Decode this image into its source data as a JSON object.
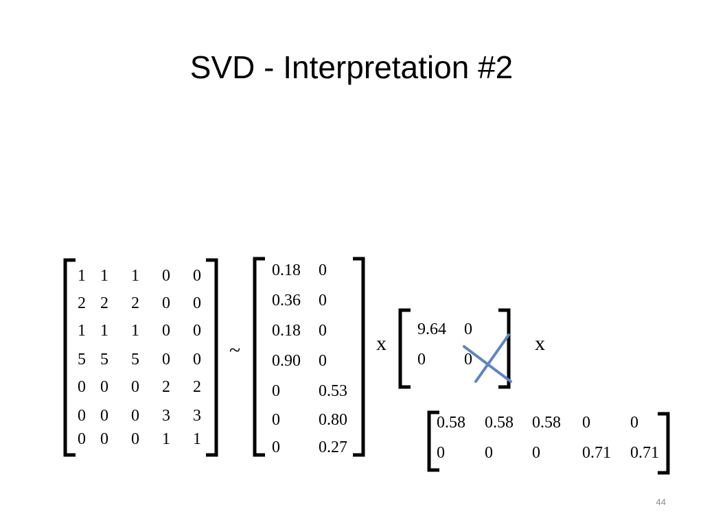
{
  "slide": {
    "title": "SVD - Interpretation #2",
    "slide_number": "44"
  },
  "operators": {
    "approx": "~",
    "times_1": "x",
    "times_2": "x"
  },
  "matrices": {
    "A": [
      [
        "1",
        "1",
        "1",
        "0",
        "0"
      ],
      [
        "2",
        "2",
        "2",
        "0",
        "0"
      ],
      [
        "1",
        "1",
        "1",
        "0",
        "0"
      ],
      [
        "5",
        "5",
        "5",
        "0",
        "0"
      ],
      [
        "0",
        "0",
        "0",
        "2",
        "2"
      ],
      [
        "0",
        "0",
        "0",
        "3",
        "3"
      ],
      [
        "0",
        "0",
        "0",
        "1",
        "1"
      ]
    ],
    "U": [
      [
        "0.18",
        "0"
      ],
      [
        "0.36",
        "0"
      ],
      [
        "0.18",
        "0"
      ],
      [
        "0.90",
        "0"
      ],
      [
        "0",
        "0.53"
      ],
      [
        "0",
        "0.80"
      ],
      [
        "0",
        "0.27"
      ]
    ],
    "Sigma": [
      [
        "9.64",
        "0"
      ],
      [
        "0",
        "0"
      ]
    ],
    "Vt": [
      [
        "0.58",
        "0.58",
        "0.58",
        "0",
        "0"
      ],
      [
        "0",
        "0",
        "0",
        "0.71",
        "0.71"
      ]
    ]
  },
  "annotation": {
    "cross_mark_color": "#5b85c5"
  }
}
